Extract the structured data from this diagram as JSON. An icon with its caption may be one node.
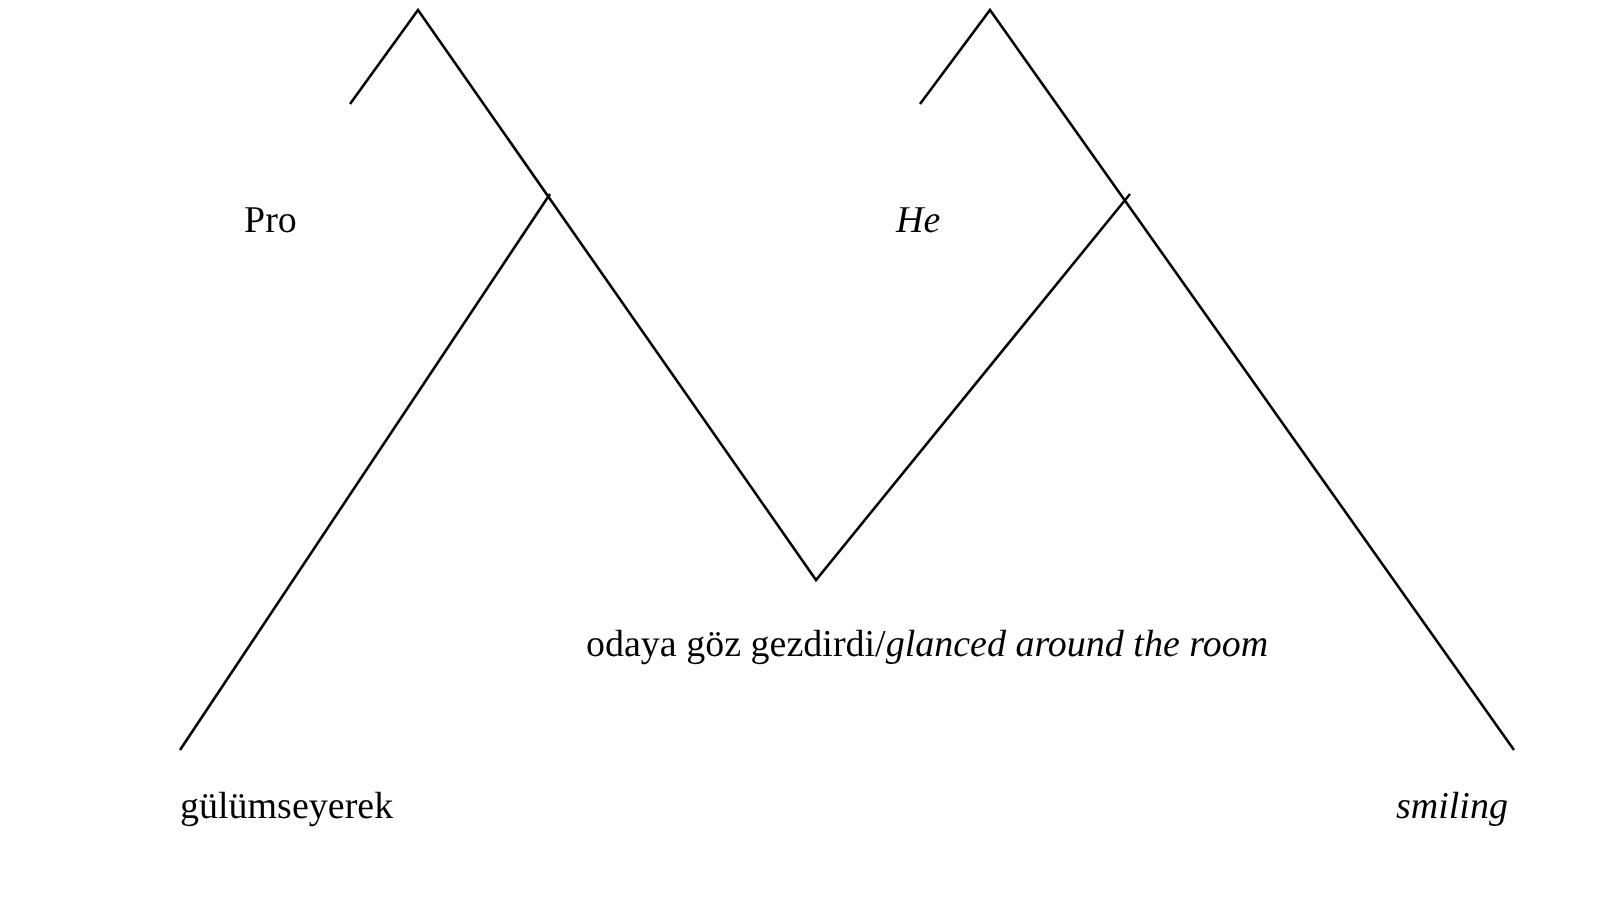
{
  "diagram": {
    "labels": [
      "Pro",
      "He",
      "odaya göz gezdirdi/*glanced around the room*",
      "gülümseyerek",
      "smiling"
    ]
  }
}
